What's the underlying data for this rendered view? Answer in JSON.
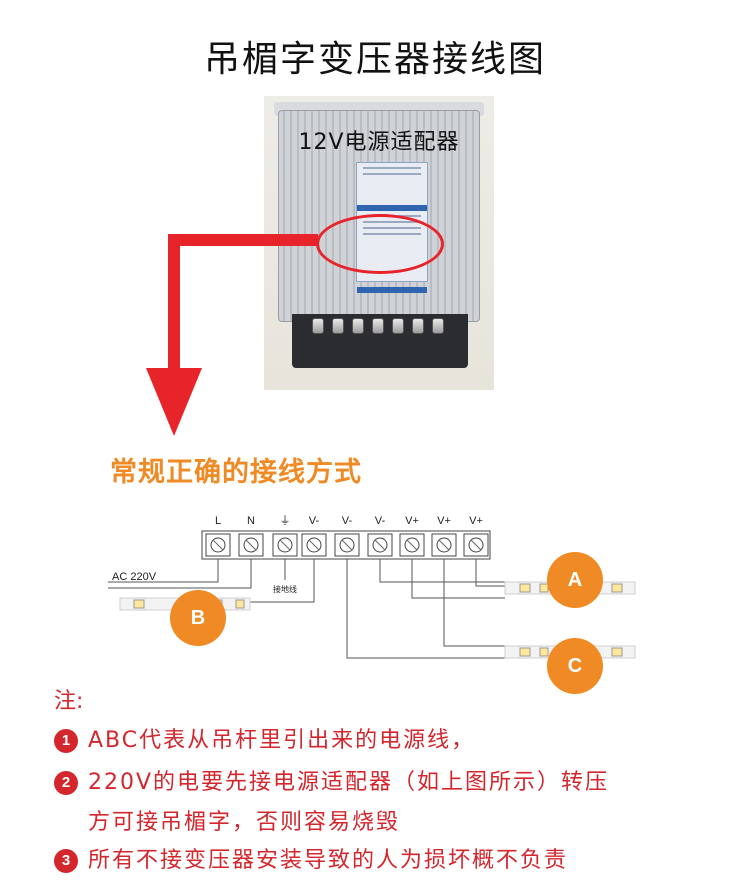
{
  "title": "吊楣字变压器接线图",
  "photo_label": "12V电源适配器",
  "subtitle": "常规正确的接线方式",
  "terminals": [
    "L",
    "N",
    "⏚",
    "V-",
    "V-",
    "V-",
    "V+",
    "V+",
    "V+"
  ],
  "ac_label": "AC 220V",
  "ground_label": "接地线",
  "badges": [
    "A",
    "B",
    "C"
  ],
  "colors": {
    "accent_orange": "#f08a24",
    "note_red": "#d3262d",
    "arrow_red": "#e8242b"
  },
  "notes": {
    "head": "注:",
    "items": [
      {
        "num": "1",
        "line1": "ABC代表从吊杆里引出来的电源线，",
        "line2": ""
      },
      {
        "num": "2",
        "line1": "220V的电要先接电源适配器（如上图所示）转压",
        "line2": "方可接吊楣字，否则容易烧毁"
      },
      {
        "num": "3",
        "line1": "所有不接变压器安装导致的人为损坏概不负责",
        "line2": ""
      }
    ]
  }
}
